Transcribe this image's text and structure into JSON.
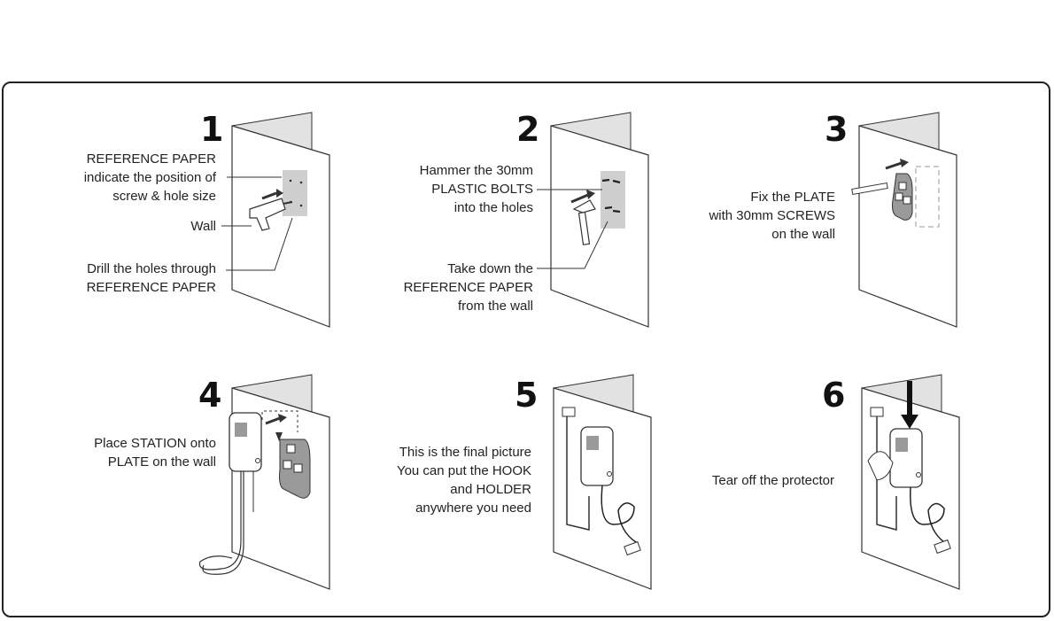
{
  "steps": [
    {
      "number": "1",
      "labels": {
        "ref": [
          "REFERENCE PAPER",
          "indicate the position of",
          "screw & hole size"
        ],
        "wall": [
          "Wall"
        ],
        "drill": [
          "Drill the holes through",
          "REFERENCE PAPER"
        ]
      }
    },
    {
      "number": "2",
      "labels": {
        "hammer": [
          "Hammer the 30mm",
          "PLASTIC BOLTS",
          "into the holes"
        ],
        "take": [
          "Take down the",
          "REFERENCE PAPER",
          "from the wall"
        ]
      }
    },
    {
      "number": "3",
      "labels": {
        "fix": [
          "Fix the PLATE",
          "with 30mm SCREWS",
          "on the wall"
        ]
      }
    },
    {
      "number": "4",
      "labels": {
        "place": [
          "Place STATION onto",
          "PLATE on the wall"
        ]
      }
    },
    {
      "number": "5",
      "labels": {
        "final": [
          "This is the final picture",
          "You can put the HOOK",
          "and HOLDER",
          "anywhere you need"
        ]
      }
    },
    {
      "number": "6",
      "labels": {
        "tear": [
          "Tear off the protector"
        ]
      }
    }
  ],
  "colors": {
    "line": "#333333",
    "plate": "#9a9a9a",
    "paper": "#c9c9c9",
    "wall": "#e2e2e2"
  }
}
